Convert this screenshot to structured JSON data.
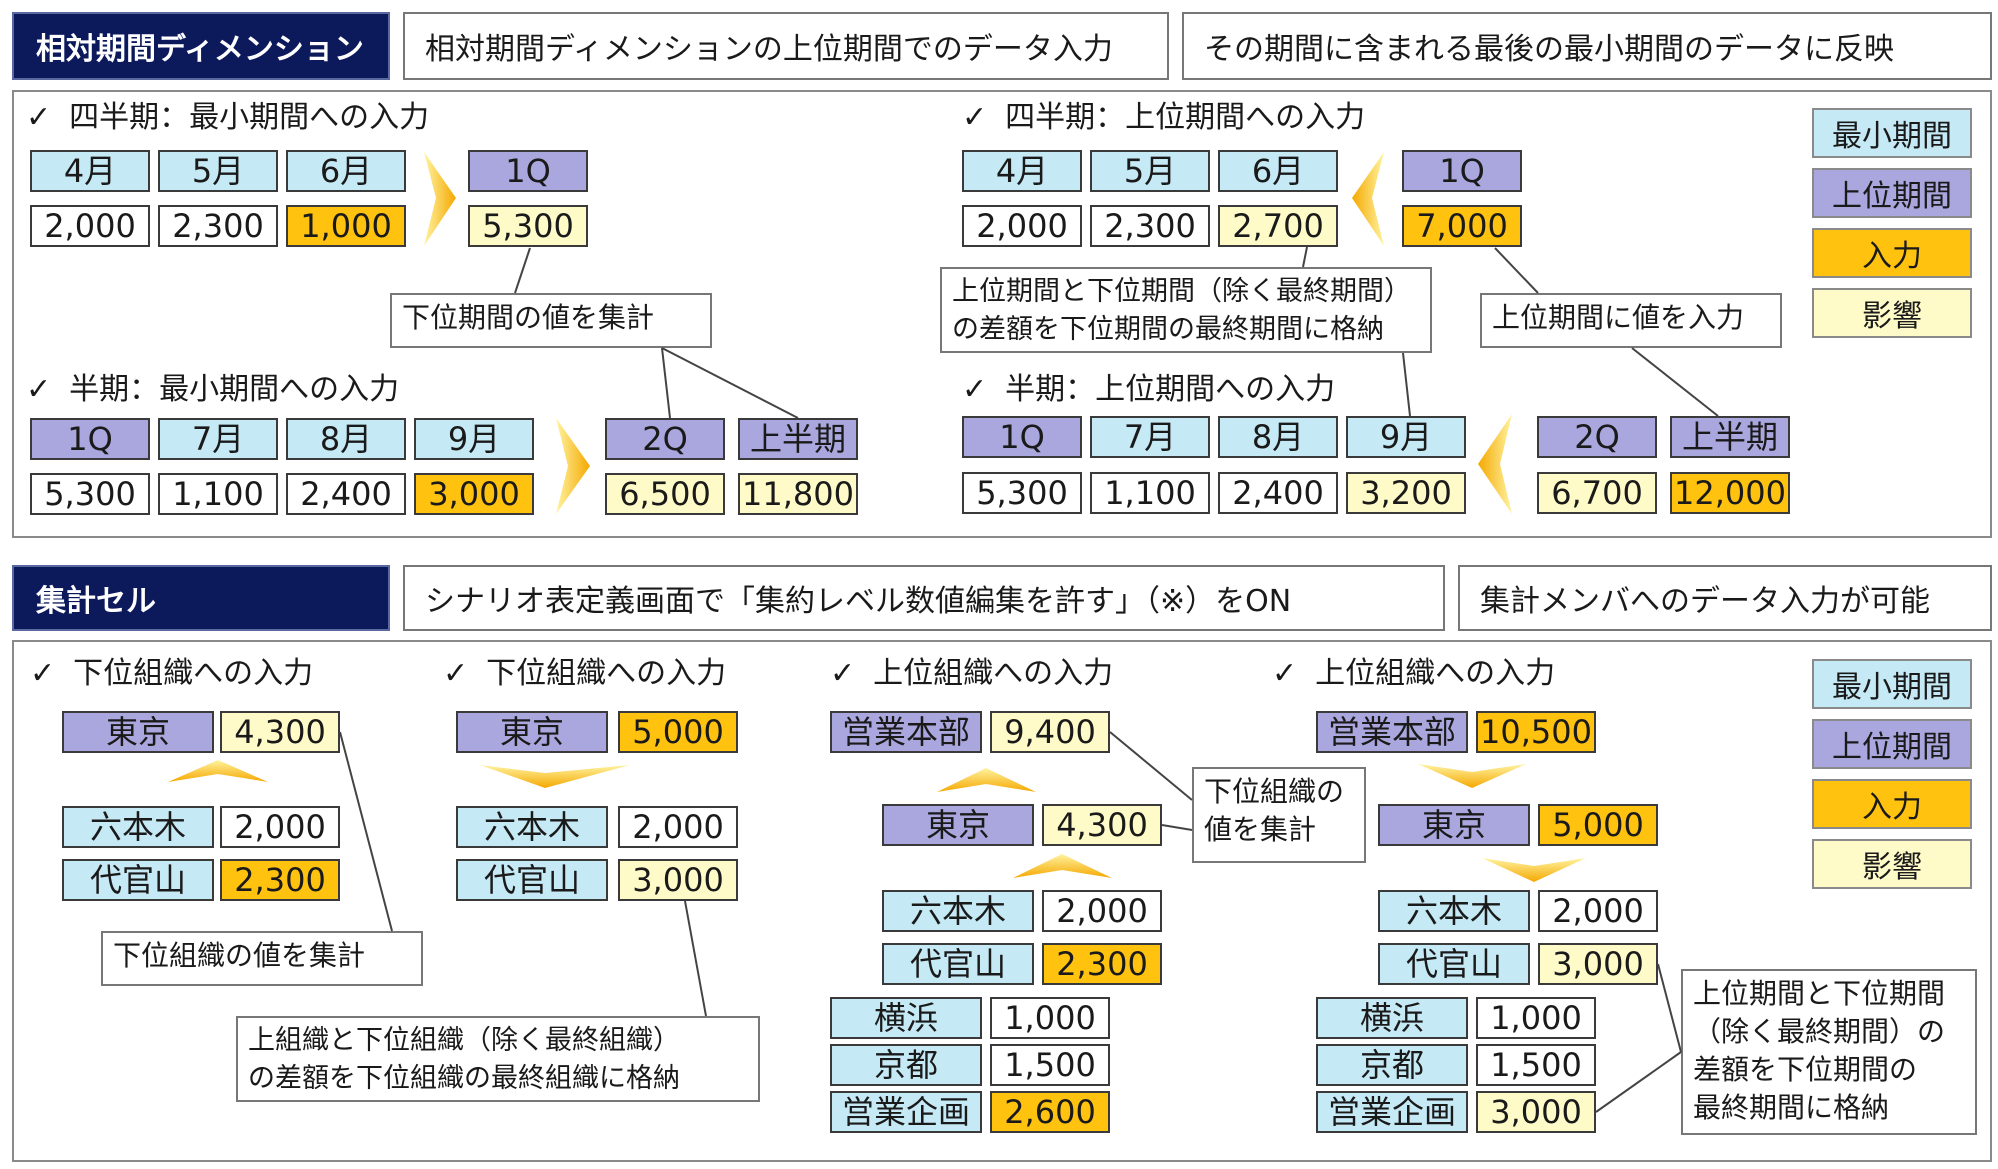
{
  "colors": {
    "min": "#c5e9f5",
    "upper": "#a9a7dd",
    "input": "#ffc20e",
    "affected": "#fffbc8",
    "header": "#0c1a5c",
    "arrow_light": "#fff3a0",
    "arrow_dark": "#f5a800"
  },
  "icons": {
    "check": "check-icon",
    "arrow": "gold-arrow-icon"
  },
  "section1": {
    "header": "相対期間ディメンション",
    "desc1": "相対期間ディメンションの上位期間でのデータ入力",
    "desc2": "その期間に含まれる最後の最小期間のデータに反映",
    "check_mark": "✓",
    "q_min_title": "四半期：最小期間への入力",
    "q_up_title": "四半期：上位期間への入力",
    "h_min_title": "半期：最小期間への入力",
    "h_up_title": "半期：上位期間への入力",
    "q_min": {
      "m4": "4月",
      "m5": "5月",
      "m6": "6月",
      "q": "1Q",
      "v4": "2,000",
      "v5": "2,300",
      "v6": "1,000",
      "vq": "5,300"
    },
    "q_up": {
      "m4": "4月",
      "m5": "5月",
      "m6": "6月",
      "q": "1Q",
      "v4": "2,000",
      "v5": "2,300",
      "v6": "2,700",
      "vq": "7,000"
    },
    "h_min": {
      "q1": "1Q",
      "m7": "7月",
      "m8": "8月",
      "m9": "9月",
      "q2": "2Q",
      "h": "上半期",
      "vq1": "5,300",
      "v7": "1,100",
      "v8": "2,400",
      "v9": "3,000",
      "vq2": "6,500",
      "vh": "11,800"
    },
    "h_up": {
      "q1": "1Q",
      "m7": "7月",
      "m8": "8月",
      "m9": "9月",
      "q2": "2Q",
      "h": "上半期",
      "vq1": "5,300",
      "v7": "1,100",
      "v8": "2,400",
      "v9": "3,200",
      "vq2": "6,700",
      "vh": "12,000"
    },
    "note_aggregate": "下位期間の値を集計",
    "note_diff": "上位期間と下位期間（除く最終期間）\nの差額を下位期間の最終期間に格納",
    "note_input": "上位期間に値を入力"
  },
  "section2": {
    "header": "集計セル",
    "desc1": "シナリオ表定義画面で「集約レベル数値編集を許す」（※）をON",
    "desc2": "集計メンバへのデータ入力が可能",
    "check_mark": "✓",
    "t1": "下位組織への入力",
    "t2": "下位組織への入力",
    "t3": "上位組織への入力",
    "t4": "上位組織への入力",
    "g1": {
      "tokyo": "東京",
      "vtokyo": "4,300",
      "roppongi": "六本木",
      "vroppongi": "2,000",
      "daikanyama": "代官山",
      "vdaikanyama": "2,300"
    },
    "g2": {
      "tokyo": "東京",
      "vtokyo": "5,000",
      "roppongi": "六本木",
      "vroppongi": "2,000",
      "daikanyama": "代官山",
      "vdaikanyama": "3,000"
    },
    "g3": {
      "hq": "営業本部",
      "vhq": "9,400",
      "tokyo": "東京",
      "vtokyo": "4,300",
      "roppongi": "六本木",
      "vroppongi": "2,000",
      "daikanyama": "代官山",
      "vdaikanyama": "2,300",
      "yokohama": "横浜",
      "vyokohama": "1,000",
      "kyoto": "京都",
      "vkyoto": "1,500",
      "planning": "営業企画",
      "vplanning": "2,600"
    },
    "g4": {
      "hq": "営業本部",
      "vhq": "10,500",
      "tokyo": "東京",
      "vtokyo": "5,000",
      "roppongi": "六本木",
      "vroppongi": "2,000",
      "daikanyama": "代官山",
      "vdaikanyama": "3,000",
      "yokohama": "横浜",
      "vyokohama": "1,000",
      "kyoto": "京都",
      "vkyoto": "1,500",
      "planning": "営業企画",
      "vplanning": "3,000"
    },
    "note_aggregate_lower": "下位組織の値を集計",
    "note_diff_org": "上組織と下位組織（除く最終組織）\nの差額を下位組織の最終組織に格納",
    "note_aggregate_lower2": "下位組織の\n値を集計",
    "note_diff_period": "上位期間と下位期間\n（除く最終期間）の\n差額を下位期間の\n最終期間に格納"
  },
  "legend": {
    "min": "最小期間",
    "upper": "上位期間",
    "input": "入力",
    "affected": "影響"
  }
}
